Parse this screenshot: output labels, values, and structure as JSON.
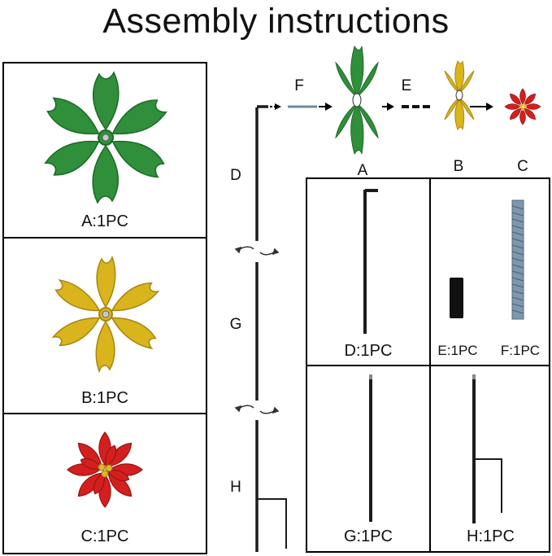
{
  "title": "Assembly instructions",
  "parts": {
    "a_label": "A:1PC",
    "b_label": "B:1PC",
    "c_label": "C:1PC",
    "d_label": "D:1PC",
    "e_label": "E:1PC",
    "f_label": "F:1PC",
    "g_label": "G:1PC",
    "h_label": "H:1PC"
  },
  "diagram": {
    "f": "F",
    "e": "E",
    "d": "D",
    "g": "G",
    "h": "H",
    "a": "A",
    "b": "B",
    "c": "C"
  },
  "colors": {
    "green": "#2f8f3a",
    "gold": "#d9b41c",
    "red": "#d3201f",
    "rod": "#1c1c1c",
    "threaded": "#7e97ad"
  }
}
